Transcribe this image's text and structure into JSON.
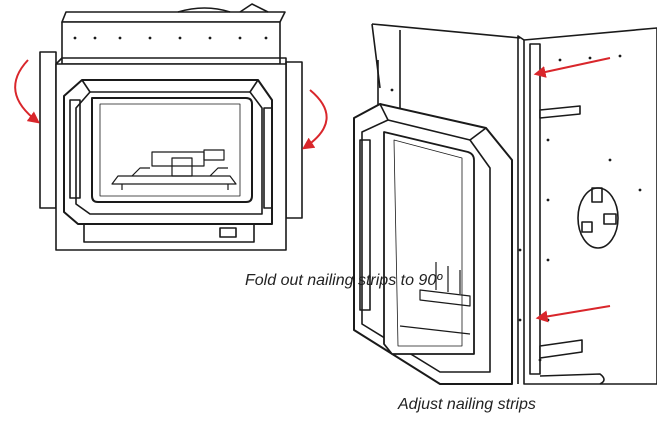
{
  "captions": {
    "left": "Fold out nailing strips to 90º",
    "right": "Adjust nailing strips"
  },
  "colors": {
    "line": "#1a1a1a",
    "arrow": "#d9262b",
    "background": "#ffffff"
  },
  "figures": [
    {
      "id": "left",
      "depicts": "fireplace-front-view",
      "arrows": [
        "curved-arrow-left-fold",
        "curved-arrow-right-fold"
      ]
    },
    {
      "id": "right",
      "depicts": "fireplace-side-view",
      "arrows": [
        "straight-arrow-upper",
        "straight-arrow-lower"
      ]
    }
  ]
}
